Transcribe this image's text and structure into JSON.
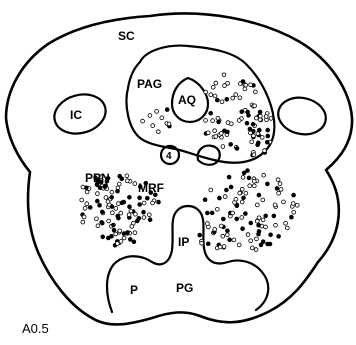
{
  "labels": {
    "sc": "SC",
    "pag": "PAG",
    "aq": "AQ",
    "ic": "IC",
    "four": "4",
    "ppn": "PPN",
    "mrf": "MRF",
    "ip": "IP",
    "p": "P",
    "pg": "PG",
    "section": "A0.5"
  },
  "colors": {
    "ink": "#000000",
    "background": "#ffffff"
  }
}
